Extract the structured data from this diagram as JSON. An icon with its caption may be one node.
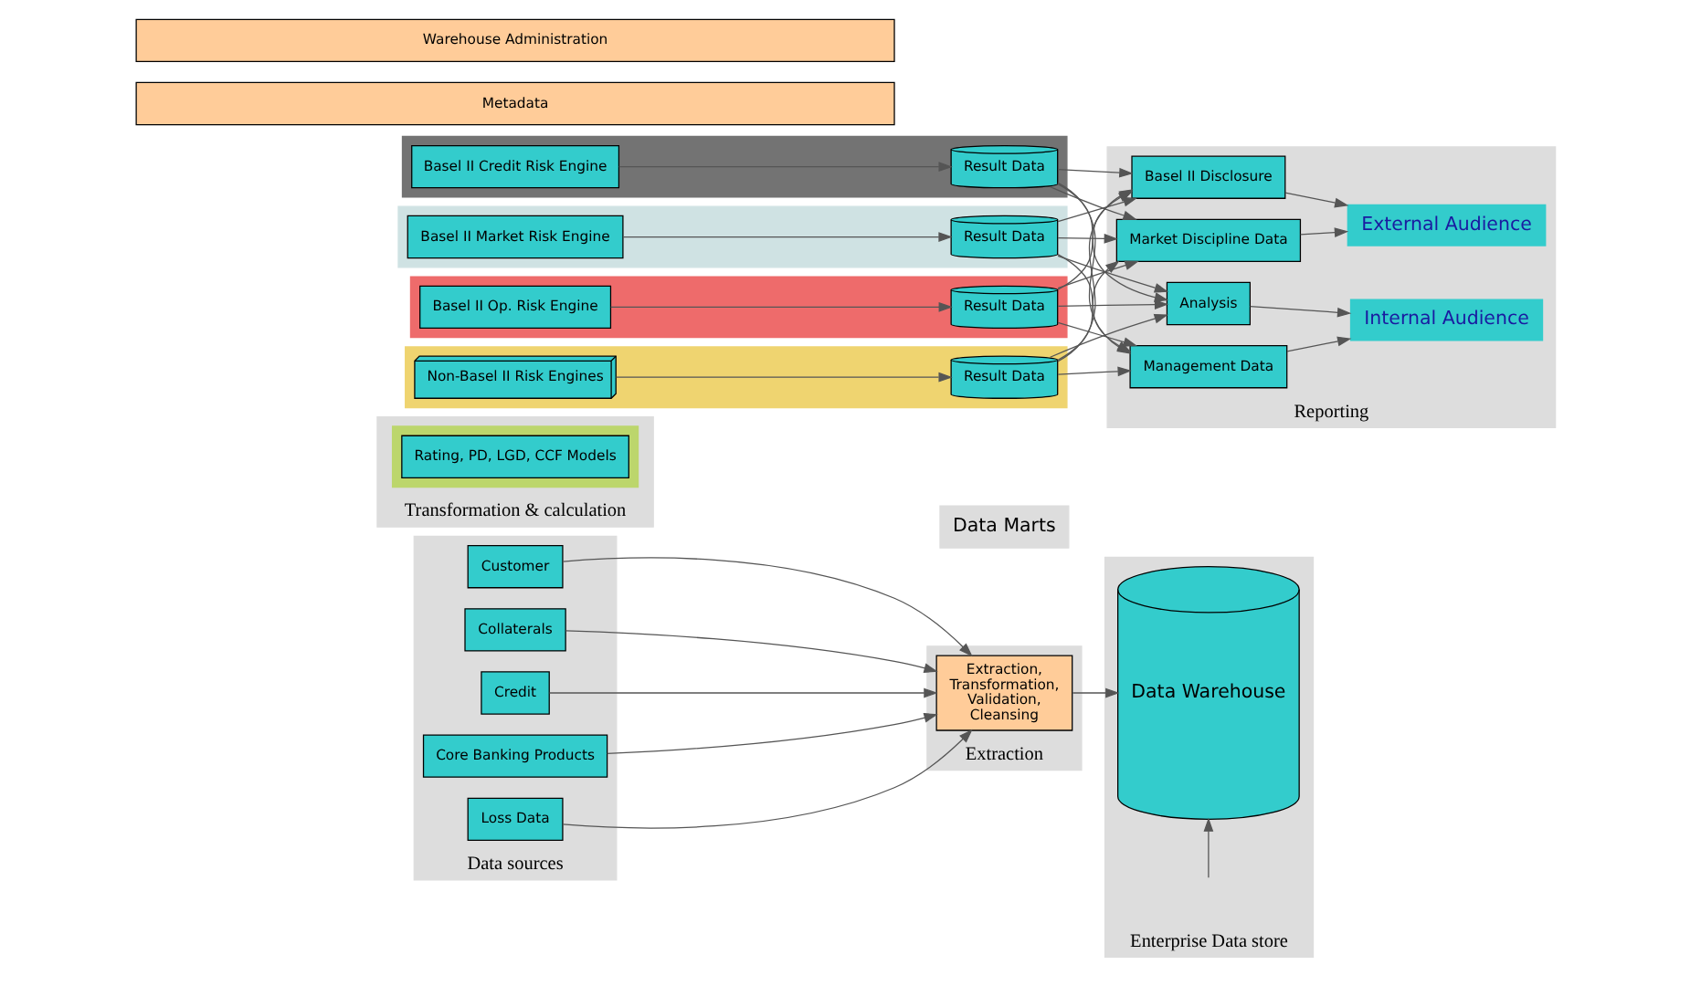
{
  "diagram": {
    "nodes": [
      {
        "text": [
          "Data sources"
        ]
      },
      {
        "text": [
          "Loss Data"
        ],
        "in": 0
      },
      {
        "text": [
          "Customer"
        ],
        "in": 0
      },
      {
        "text": [
          "Collaterals"
        ],
        "in": 0
      },
      {
        "text": [
          "Credit"
        ],
        "in": 0
      },
      {
        "text": [
          "Core Banking Products"
        ],
        "in": 0
      },
      {
        "text": [
          "Extraction"
        ]
      },
      {
        "text": [
          "Extraction, Transformation, Validation, Cleansing"
        ],
        "in": 6
      },
      {
        "text": [
          "Enterprise Data store"
        ]
      },
      {
        "text": [
          "Data Warehouse"
        ],
        "in": 8
      },
      {
        "text": [
          "Transformation & calculation"
        ]
      },
      {
        "text": [
          "Data Marts"
        ]
      },
      {
        "text": [],
        "shape": "box"
      },
      {
        "text": [
          "Basel II Credit Risk Engine"
        ],
        "in": 12
      },
      {
        "text": [
          "Result Data"
        ],
        "in": 12
      },
      {
        "text": [],
        "shape": "box"
      },
      {
        "text": [
          "Basel II Market Risk Engine"
        ],
        "in": 15
      },
      {
        "text": [
          "Result Data"
        ],
        "in": 15
      },
      {
        "text": [],
        "shape": "box"
      },
      {
        "text": [
          "Basel II Op. Risk Engine"
        ],
        "in": 18
      },
      {
        "text": [
          "Result Data"
        ],
        "in": 18
      },
      {
        "text": [],
        "shape": "box"
      },
      {
        "text": [
          "Non-Basel II Risk Engines"
        ],
        "in": 21
      },
      {
        "text": [
          "Result Data"
        ],
        "in": 21
      },
      {
        "text": [],
        "shape": "box",
        "in": 10
      },
      {
        "text": [
          "Rating, PD, LGD, CCF Models"
        ],
        "in": 24
      },
      {
        "text": [
          "Reporting"
        ]
      },
      {
        "text": [
          "Basel II Disclosure"
        ],
        "in": 26
      },
      {
        "text": [
          "Market Discipline Data"
        ],
        "in": 26
      },
      {
        "text": [
          "Analysis"
        ],
        "in": 26
      },
      {
        "text": [
          "Management Data"
        ],
        "in": 26
      },
      {
        "text": [
          "External Audience"
        ],
        "in": 26
      },
      {
        "text": [
          "Internal Audience"
        ],
        "in": 26
      },
      {
        "text": [
          "Metadata"
        ]
      },
      {
        "text": [
          "Warehouse Administration"
        ]
      }
    ],
    "edges": [
      {
        "from": 1,
        "to": 7,
        "arrow": "to"
      },
      {
        "from": 2,
        "to": 7,
        "arrow": "to"
      },
      {
        "from": 3,
        "to": 7,
        "arrow": "to"
      },
      {
        "from": 4,
        "to": 7,
        "arrow": "to"
      },
      {
        "from": 5,
        "to": 7,
        "arrow": "to"
      },
      {
        "from": 7,
        "to": 9,
        "arrow": "to"
      },
      {
        "from": null,
        "to": 9,
        "arrow": "to"
      },
      {
        "from": 13,
        "to": 14,
        "arrow": "to"
      },
      {
        "from": 16,
        "to": 17,
        "arrow": "to"
      },
      {
        "from": 19,
        "to": 20,
        "arrow": "to"
      },
      {
        "from": 22,
        "to": 23,
        "arrow": "to"
      },
      {
        "from": 14,
        "to": 27,
        "arrow": "to"
      },
      {
        "from": 14,
        "to": 28,
        "arrow": "to"
      },
      {
        "from": 14,
        "to": 29,
        "arrow": "to"
      },
      {
        "from": 14,
        "to": 30,
        "arrow": "to"
      },
      {
        "from": 17,
        "to": 27,
        "arrow": "to"
      },
      {
        "from": 17,
        "to": 28,
        "arrow": "to"
      },
      {
        "from": 17,
        "to": 29,
        "arrow": "to"
      },
      {
        "from": 17,
        "to": 30,
        "arrow": "to"
      },
      {
        "from": 20,
        "to": 27,
        "arrow": "to"
      },
      {
        "from": 20,
        "to": 28,
        "arrow": "to"
      },
      {
        "from": 20,
        "to": 29,
        "arrow": "to"
      },
      {
        "from": 20,
        "to": 30,
        "arrow": "to"
      },
      {
        "from": 23,
        "to": 27,
        "arrow": "to"
      },
      {
        "from": 23,
        "to": 28,
        "arrow": "to"
      },
      {
        "from": 23,
        "to": 29,
        "arrow": "to"
      },
      {
        "from": 23,
        "to": 30,
        "arrow": "to"
      },
      {
        "from": 27,
        "to": 31,
        "arrow": "to"
      },
      {
        "from": 28,
        "to": 31,
        "arrow": "to"
      },
      {
        "from": 29,
        "to": 32,
        "arrow": "to"
      },
      {
        "from": 30,
        "to": 32,
        "arrow": "to"
      }
    ]
  }
}
